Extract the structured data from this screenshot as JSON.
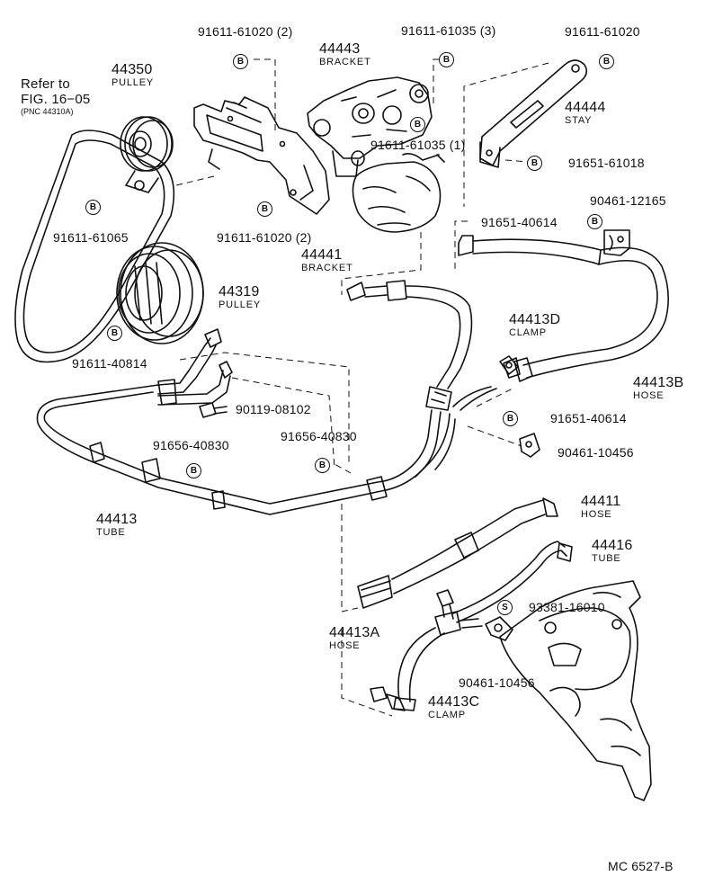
{
  "refer": {
    "line1": "Refer to",
    "line2": "FIG. 16−05",
    "line3": "(PNC 44310A)"
  },
  "labels": {
    "p91611_61020_2_top": "91611-61020 (2)",
    "p44443": "44443",
    "p44443_name": "BRACKET",
    "p91611_61035_3": "91611-61035 (3)",
    "p91611_61020_top": "91611-61020",
    "p44350": "44350",
    "p44350_name": "PULLEY",
    "p44444": "44444",
    "p44444_name": "STAY",
    "p91611_61035_1": "91611-61035 (1)",
    "p91651_61018": "91651-61018",
    "p90461_12165": "90461-12165",
    "p91611_61065": "91611-61065",
    "p91611_61020_2_mid": "91611-61020 (2)",
    "p91651_40614_a": "91651-40614",
    "p44441": "44441",
    "p44441_name": "BRACKET",
    "p44319": "44319",
    "p44319_name": "PULLEY",
    "p44413D": "44413D",
    "p44413D_name": "CLAMP",
    "p91611_40814": "91611-40814",
    "p44413B": "44413B",
    "p44413B_name": "HOSE",
    "p90119_08102": "90119-08102",
    "p91651_40614_b": "91651-40614",
    "p91656_40830_a": "91656-40830",
    "p91656_40830_b": "91656-40830",
    "p90461_10456_a": "90461-10456",
    "p44413": "44413",
    "p44413_name": "TUBE",
    "p44411": "44411",
    "p44411_name": "HOSE",
    "p44416": "44416",
    "p44416_name": "TUBE",
    "p93381_16010": "93381-16010",
    "p44413A": "44413A",
    "p44413A_name": "HOSE",
    "p90461_10456_b": "90461-10456",
    "p44413C": "44413C",
    "p44413C_name": "CLAMP",
    "code": "MC 6527-B"
  },
  "badges": {
    "b": "B",
    "s": "S"
  },
  "colors": {
    "ink": "#111111",
    "paper": "#ffffff"
  }
}
